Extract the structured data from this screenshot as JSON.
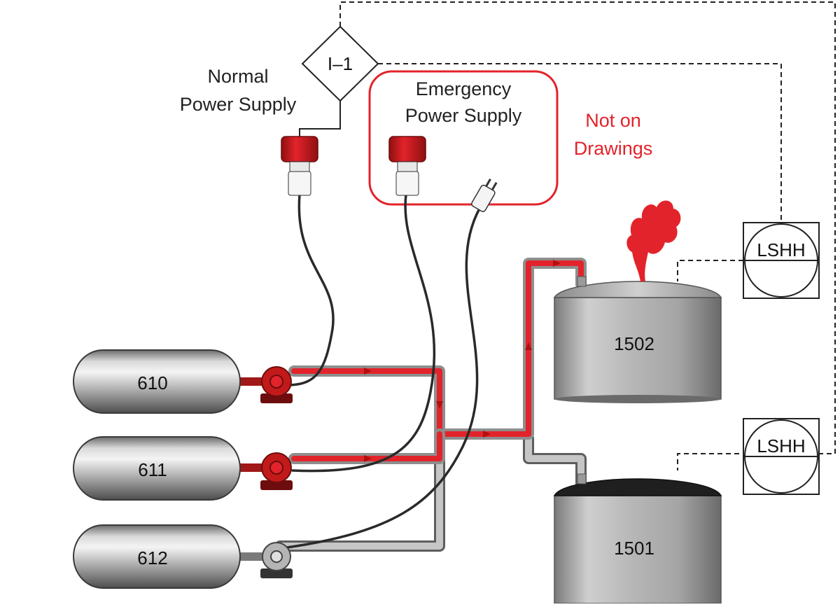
{
  "labels": {
    "normal_line1": "Normal",
    "normal_line2": "Power Supply",
    "emergency_line1": "Emergency",
    "emergency_line2": "Power Supply",
    "note_line1": "Not on",
    "note_line2": "Drawings",
    "interlock": "I–1",
    "lshh_upper": "LSHH",
    "lshh_lower": "LSHH"
  },
  "tanks": [
    {
      "id": "610"
    },
    {
      "id": "611"
    },
    {
      "id": "612"
    },
    {
      "id": "1502"
    },
    {
      "id": "1501"
    }
  ],
  "colors": {
    "accent_red": "#e3232b",
    "signal_line": "#222222",
    "steel": "#9a9a9a"
  }
}
